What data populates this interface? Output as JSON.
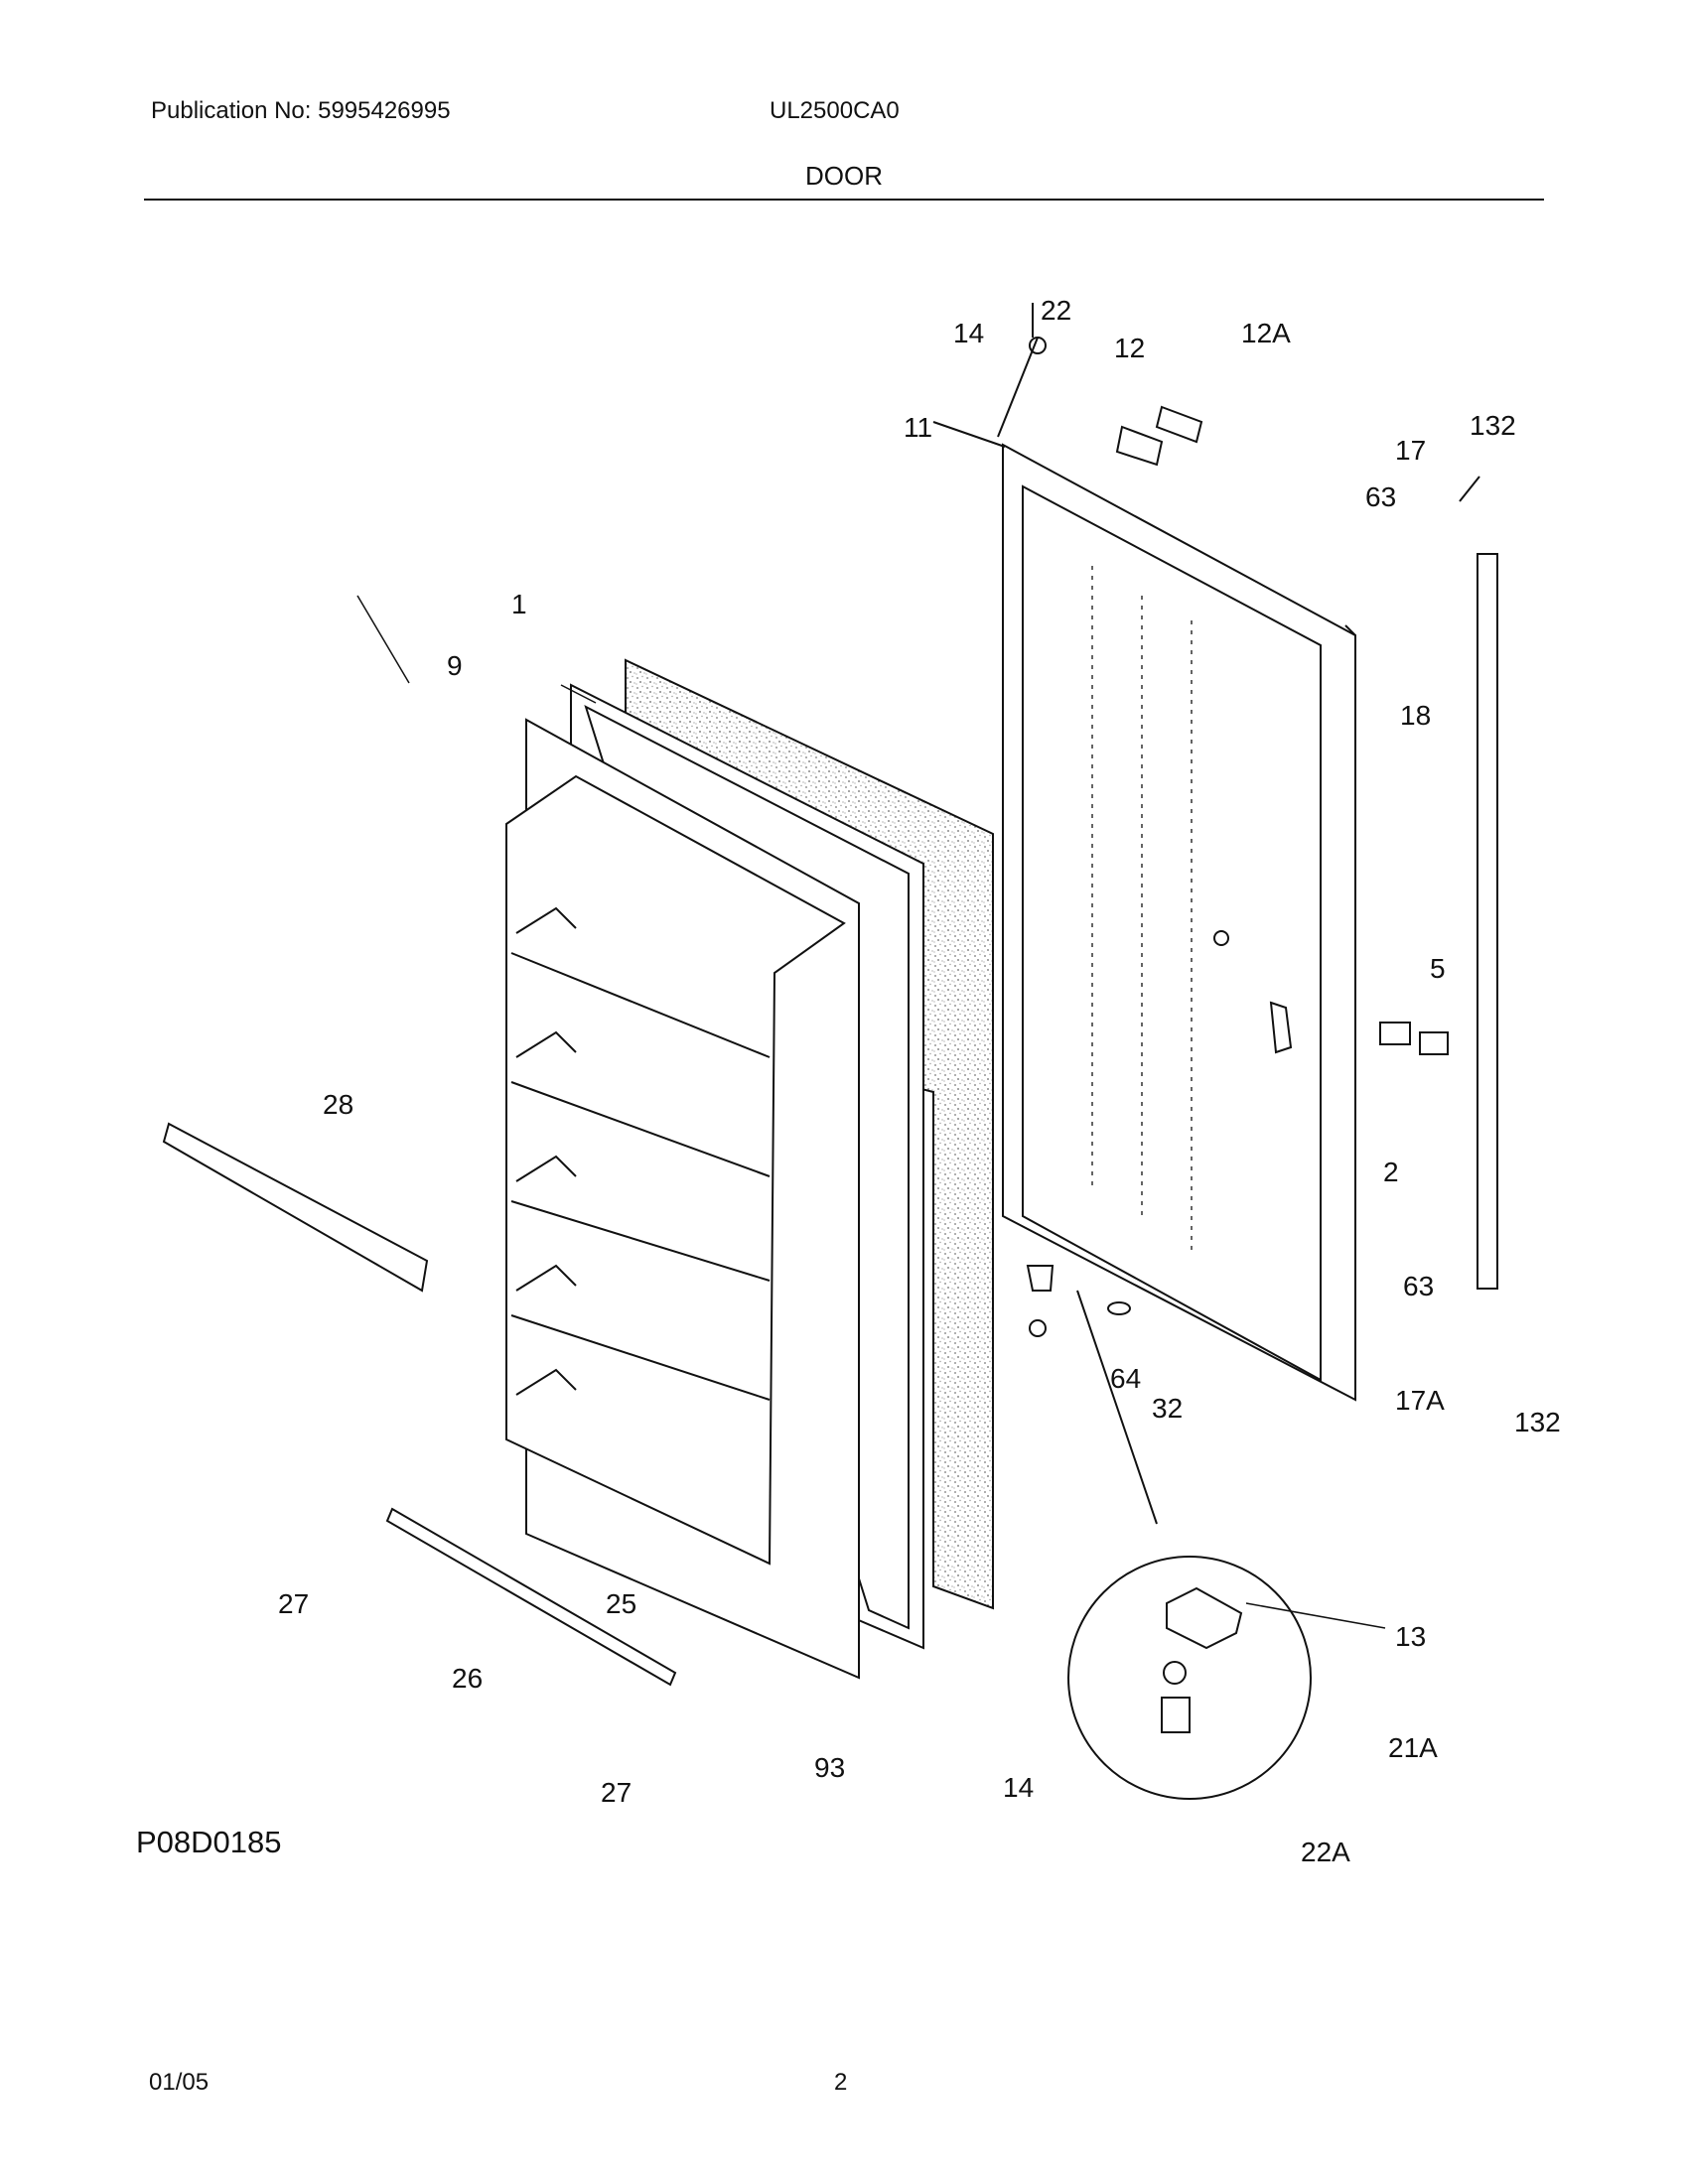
{
  "header": {
    "publication": "Publication No: 5995426995",
    "model": "UL2500CA0",
    "section": "DOOR"
  },
  "diagram": {
    "figure_code": "P08D0185",
    "callouts": [
      "22",
      "14",
      "12",
      "12A",
      "11",
      "132",
      "17",
      "63",
      "1",
      "9",
      "18",
      "5",
      "2",
      "28",
      "63",
      "17A",
      "64",
      "32",
      "132",
      "13",
      "27",
      "25",
      "26",
      "21A",
      "14",
      "22A",
      "27",
      "93"
    ]
  },
  "footer": {
    "date": "01/05",
    "page": "2"
  }
}
